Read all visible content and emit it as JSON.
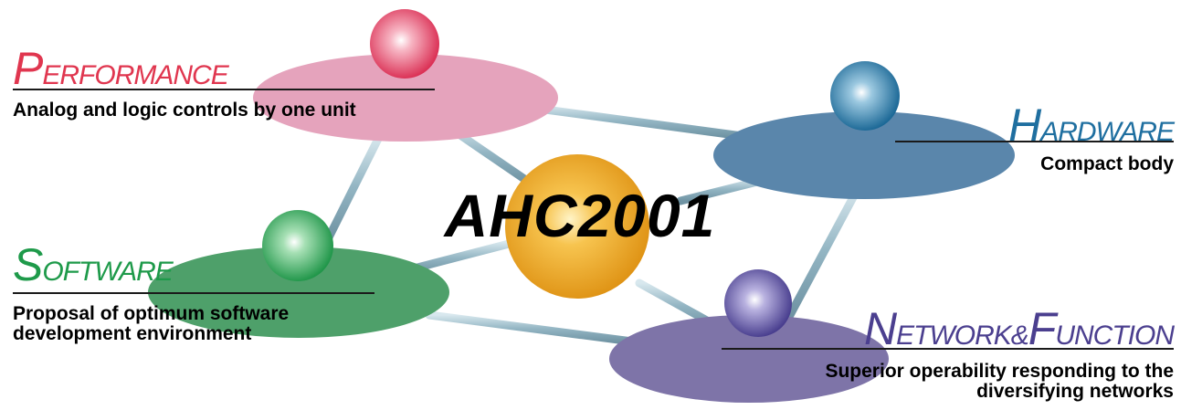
{
  "center": {
    "title": "AHC2001",
    "color": "#e8a020"
  },
  "nodes": [
    {
      "key": "performance",
      "initial": "P",
      "rest": "ERFORMANCE",
      "description": [
        "Analog and logic controls by one unit"
      ],
      "heading_color": "#e0364f",
      "disc_color": "#e5a3bc",
      "sphere_color": "#e83a5a"
    },
    {
      "key": "hardware",
      "initial": "H",
      "rest": "ARDWARE",
      "description": [
        "Compact body"
      ],
      "heading_color": "#1f6fa0",
      "disc_color": "#5a86ab",
      "sphere_color": "#1670a0"
    },
    {
      "key": "software",
      "initial": "S",
      "rest": "OFTWARE",
      "description": [
        "Proposal of optimum software",
        "development environment"
      ],
      "heading_color": "#1e9a4a",
      "disc_color": "#4ea06a",
      "sphere_color": "#1da04a"
    },
    {
      "key": "network",
      "initial": "N",
      "rest": "ETWORK&",
      "initial2": "F",
      "rest2": "UNCTION",
      "description": [
        "Superior operability responding to the",
        "diversifying networks"
      ],
      "heading_color": "#4b3f8f",
      "disc_color": "#7e74a8",
      "sphere_color": "#4a3f90"
    }
  ],
  "connector_color": "#a8c4cf"
}
